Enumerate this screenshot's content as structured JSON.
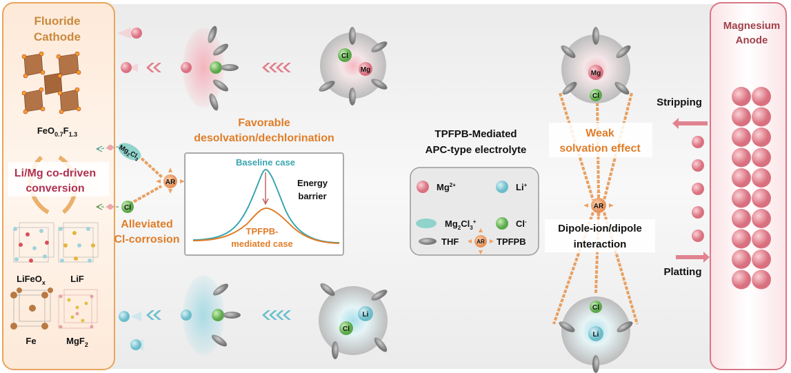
{
  "cathode": {
    "title_line1": "Fluoride",
    "title_line2": "Cathode",
    "formula": {
      "a": "FeO",
      "b": "0.7",
      "c": "F",
      "d": "1.3"
    },
    "conversion_line1": "Li/Mg co-driven",
    "conversion_line2": "conversion",
    "products": {
      "lifeox": {
        "base": "LiFeO",
        "sub": "x"
      },
      "lif": "LiF",
      "fe": "Fe",
      "mgf2": {
        "base": "MgF",
        "sub": "2"
      }
    }
  },
  "middle": {
    "desolvation_line1": "Favorable",
    "desolvation_line2": "desolvation/dechlorination",
    "corrosion_line1": "Alleviated",
    "corrosion_line2": "Cl-corrosion",
    "mg2cl3": {
      "base": "Mg",
      "sub1": "2",
      "mid": "Cl",
      "sub2": "3"
    },
    "cl": "Cl",
    "ar": "AR",
    "mg_label": "Mg",
    "li_label": "Li",
    "energy": {
      "baseline": "Baseline case",
      "barrier_line1": "Energy",
      "barrier_line2": "barrier",
      "mediated_line1": "TPFPB-",
      "mediated_line2": "mediated case"
    }
  },
  "legend": {
    "title_line1": "TPFPB-Mediated",
    "title_line2": "APC-type electrolyte",
    "mg": {
      "base": "Mg",
      "sup": "2+"
    },
    "li": {
      "base": "Li",
      "sup": "+"
    },
    "mg2cl3": {
      "base": "Mg",
      "sub1": "2",
      "mid": "Cl",
      "sub2": "3",
      "sup": "+"
    },
    "cl": {
      "base": "Cl",
      "sup": "-"
    },
    "thf": "THF",
    "tpfpb": "TPFPB",
    "ar": "AR"
  },
  "interaction": {
    "weak_line1": "Weak",
    "weak_line2": "solvation effect",
    "dipole_line1": "Dipole-ion/dipole",
    "dipole_line2": "interaction",
    "mg": "Mg",
    "li": "Li",
    "cl": "Cl",
    "ar": "AR"
  },
  "anode": {
    "title_line1": "Magnesium",
    "title_line2": "Anode",
    "stripping": "Stripping",
    "platting": "Platting"
  },
  "colors": {
    "mg": "#e98a95",
    "li": "#8fd0dc",
    "cl": "#7cc46a",
    "orange": "#e07d28",
    "teal": "#3aa5b0",
    "crimson": "#b03050"
  }
}
